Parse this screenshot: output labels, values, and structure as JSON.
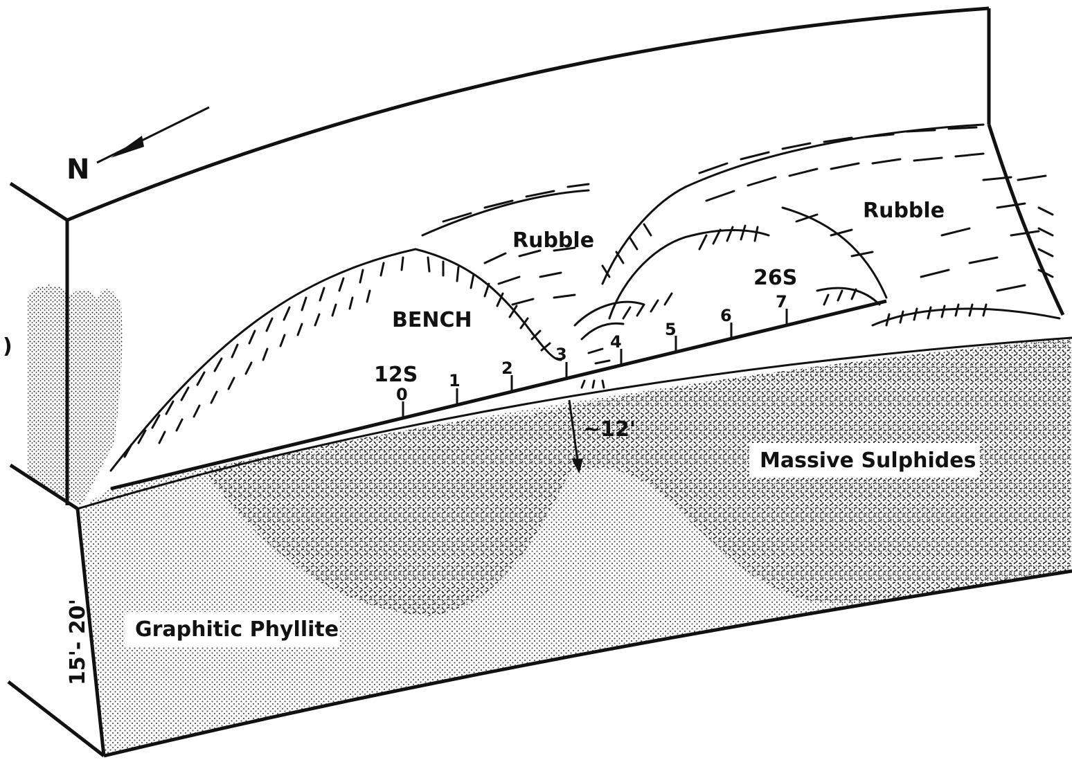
{
  "north_arrow": {
    "label": "N"
  },
  "labels": {
    "rubble_left": "Rubble",
    "rubble_right": "Rubble",
    "bench": "BENCH",
    "station_start": "12S",
    "station_end": "26S",
    "depth": "~12'",
    "massive_sulphides": "Massive Sulphides",
    "graphitic_phyllite": "Graphitic Phyllite",
    "thickness": "15'- 20'"
  },
  "scale_ticks": [
    "0",
    "1",
    "2",
    "3",
    "4",
    "5",
    "6",
    "7"
  ],
  "colors": {
    "ink": "#111111",
    "paper": "#ffffff",
    "phyllite_dots": "#555555",
    "sulphide_dashes": "#1a1a1a"
  }
}
